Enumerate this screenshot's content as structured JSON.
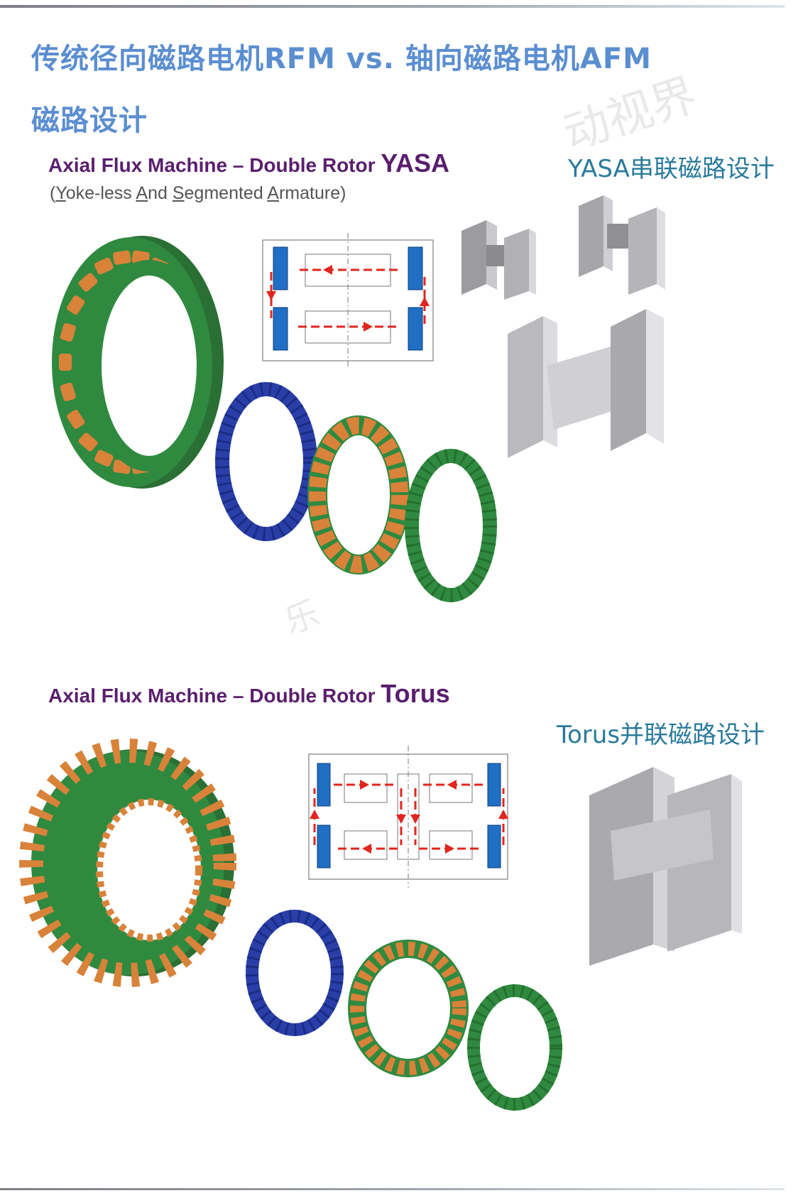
{
  "title": {
    "line1": "传统径向磁路电机RFM vs. 轴向磁路电机AFM",
    "line2": "磁路设计"
  },
  "yasa": {
    "heading_prefix": "Axial Flux Machine – Double Rotor ",
    "heading_name": "YASA",
    "subtitle_parts": [
      "(",
      "Y",
      "oke-less ",
      "A",
      "nd ",
      "S",
      "egmented ",
      "A",
      "rmature)"
    ],
    "caption": "YASA串联磁路设计"
  },
  "torus": {
    "heading_prefix": "Axial Flux Machine – Double Rotor ",
    "heading_name": "Torus",
    "caption": "Torus并联磁路设计"
  },
  "colors": {
    "title": "#5b8ed0",
    "heading": "#5a1e6d",
    "caption": "#2a7a9c",
    "ring_green": "#2f8a3f",
    "ring_blue": "#2a3ea8",
    "coil_copper": "#d9823a",
    "flux_arrow": "#e0261e",
    "magnet_blue": "#1f6fc4",
    "core_gray": "#b8b8bc"
  },
  "watermark": "动视界"
}
